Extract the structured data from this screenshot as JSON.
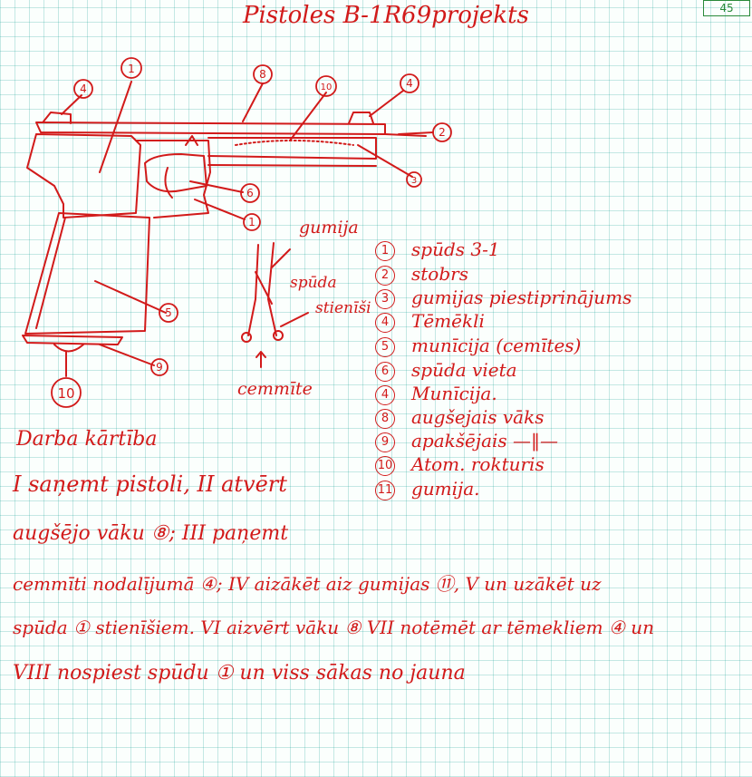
{
  "title": "Pistoles B-1R69projekts",
  "page_number": "45",
  "callout_numbers": [
    "1",
    "8",
    "10",
    "4",
    "4",
    "2",
    "3",
    "6",
    "1",
    "5",
    "9",
    "10"
  ],
  "band_labels": {
    "gumija": "gumija",
    "spuda_stiensi_1": "spūda",
    "spuda_stiensi_2": "stienīši",
    "cemmite": "cemmīte"
  },
  "legend": [
    {
      "num": "1",
      "text": "spūds 3-1"
    },
    {
      "num": "2",
      "text": "stobrs"
    },
    {
      "num": "3",
      "text": "gumijas piestiprinājums"
    },
    {
      "num": "4",
      "text": "Tēmēkli"
    },
    {
      "num": "5",
      "text": "munīcija (cemītes)"
    },
    {
      "num": "6",
      "text": "spūda vieta"
    },
    {
      "num": "4",
      "text": "Munīcija."
    },
    {
      "num": "8",
      "text": "augšejais vāks"
    },
    {
      "num": "9",
      "text": "apakšējais —‖—"
    },
    {
      "num": "10",
      "text": "Atom. rokturis"
    },
    {
      "num": "11",
      "text": "gumija."
    }
  ],
  "work_order_heading": "Darba kārtība",
  "steps": [
    "I saņemt pistoli, II atvērt",
    "augšējo vāku ⑧; III paņemt",
    "cemmīti nodalījumā ④; IV aizākēt aiz gumijas ⑪, V un uzākēt uz",
    "spūda ① stienīšiem. VI aizvērt vāku ⑧ VII notēmēt ar tēmekliem ④ un",
    "VIII nospiest spūdu ①   un viss sākas no jauna"
  ]
}
